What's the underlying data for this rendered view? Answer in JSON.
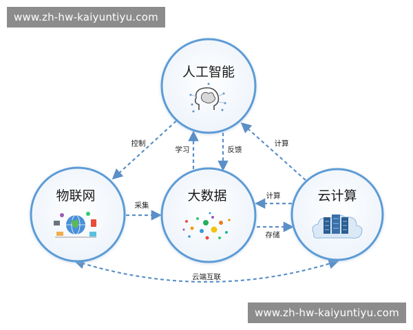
{
  "watermarks": {
    "top": "www.zh-hw-kaiyuntiyu.com",
    "bottom": "www.zh-hw-kaiyuntiyu.com"
  },
  "colors": {
    "circle_stroke": "#5b9bd5",
    "circle_fill": "#f2f7fc",
    "arrow": "#5b8fc7",
    "watermark_bg": "#8c8c8c"
  },
  "nodes": {
    "ai": {
      "title": "人工智能",
      "icon": "brain-head-icon"
    },
    "iot": {
      "title": "物联网",
      "icon": "globe-devices-icon"
    },
    "bigdata": {
      "title": "大数据",
      "icon": "data-dots-icon"
    },
    "cloud": {
      "title": "云计算",
      "icon": "cloud-servers-icon"
    }
  },
  "edges": {
    "ai_to_iot": "控制",
    "bigdata_to_ai": "学习",
    "ai_to_bigdata": "反馈",
    "cloud_to_ai": "计算",
    "iot_to_bigdata": "采集",
    "cloud_to_bigdata": "计算",
    "bigdata_to_cloud": "存储",
    "iot_cloud": "云端互联"
  }
}
